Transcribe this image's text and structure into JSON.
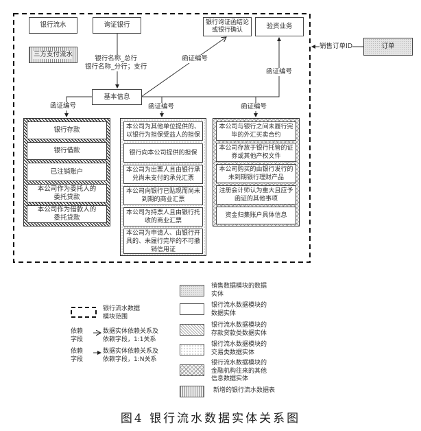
{
  "diagram": {
    "top_entities": {
      "bank_statement": "银行流水",
      "confirmation_bank": "询证银行",
      "confirmation_result": "银行询证函结论\n或银行确认",
      "capital_verification": "验资业务",
      "third_party_payment": "三方支付流水",
      "basic_info": "基本信息",
      "order": "订单"
    },
    "edge_labels": {
      "bank_name": "银行名称_总行\n银行名称_分行；支行",
      "confirm_no_1": "函证编号",
      "confirm_no_2": "函证编号",
      "confirm_no_left": "函证编号",
      "confirm_no_mid": "函证编号",
      "confirm_no_right": "函证编号",
      "sales_order_id": "销售订单ID"
    },
    "left_group": [
      "银行存款",
      "银行借款",
      "已注销账户",
      "本公司作为委托人的\n委托贷款",
      "本公司作为借款人的\n委托贷款"
    ],
    "middle_group": [
      "本公司为其他单位提供的、\n以银行为担保受益人的担保",
      "银行向本公司提供的担保",
      "本公司为出票人且由银行承\n兑尚未支付的承兑汇票",
      "本公司向银行已贴现而尚未\n到期的商业汇票",
      "本公司为持票人且由银行托\n收的商业汇票",
      "本公司为申请人、由银行开\n具的、未履行完毕的不可撤\n销信用证"
    ],
    "right_group": [
      "本公司与银行之间未履行完\n毕的外汇买卖合约",
      "本公司存放于银行托管的证\n券或其他产权文件",
      "本公司购买的由银行发行的\n未到期银行理财产品",
      "注册会计师认为重大且应予\n函证的其他事项",
      "资金归集账户具体信息"
    ]
  },
  "legend": {
    "scope": "银行流水数据\n模块范围",
    "dep_field": "依赖\n字段",
    "rel_1_1": "数据实体依赖关系及\n依赖字段，1:1关系",
    "rel_1_n": "数据实体依赖关系及\n依赖字段，1:N关系",
    "sales_entity": "销售数据模块的数据\n实体",
    "bank_entity": "银行流水数据模块的\n数据实体",
    "deposit_loan_entity": "银行流水数据模块的\n存款贷款类数据实体",
    "transaction_entity": "银行流水数据模块的\n交易类数据实体",
    "other_fi_entity": "银行流水数据模块的\n金融机构往来的其他\n信息数据实体",
    "new_table": "新增的银行流水数据表"
  },
  "caption": "图4 银行流水数据实体关系图"
}
